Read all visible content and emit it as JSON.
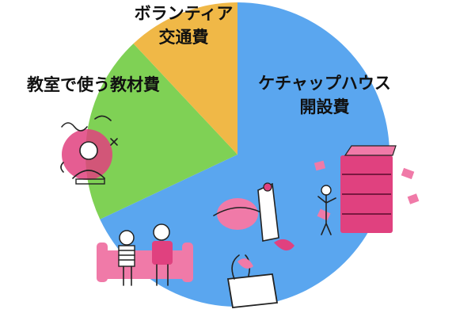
{
  "chart_data": {
    "type": "pie",
    "title": "",
    "start_angle_deg": 0,
    "direction": "clockwise",
    "slices": [
      {
        "label_lines": [
          "ケチャップハウス",
          "開設費"
        ],
        "value": 68,
        "color": "#5aa6ef"
      },
      {
        "label_lines": [
          "教室で使う教材費"
        ],
        "value": 20,
        "color": "#7fd155"
      },
      {
        "label_lines": [
          "ボランティア",
          "交通費"
        ],
        "value": 12,
        "color": "#f0b847"
      }
    ]
  },
  "illustrations": [
    {
      "icon": "frustrated-student-icon"
    },
    {
      "icon": "bookshelf-icon"
    },
    {
      "icon": "rocket-tablet-icon"
    },
    {
      "icon": "sofa-people-icon"
    }
  ]
}
